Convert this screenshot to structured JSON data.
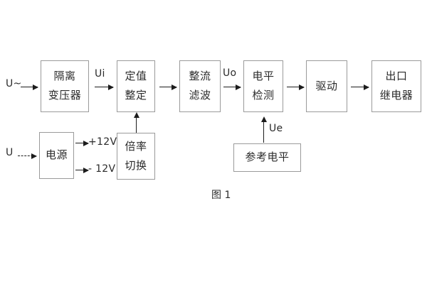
{
  "figure": {
    "caption": "图 1",
    "blocks": [
      {
        "id": "isolation-transformer",
        "lines": [
          "隔离",
          "变压器"
        ]
      },
      {
        "id": "setting-value",
        "lines": [
          "定值",
          "整定"
        ]
      },
      {
        "id": "rectify-filter",
        "lines": [
          "整流",
          "滤波"
        ]
      },
      {
        "id": "level-detection",
        "lines": [
          "电平",
          "检测"
        ]
      },
      {
        "id": "drive",
        "lines": [
          "驱动"
        ]
      },
      {
        "id": "output-relay",
        "lines": [
          "出口",
          "继电器"
        ]
      },
      {
        "id": "power-supply",
        "lines": [
          "电源"
        ]
      },
      {
        "id": "multiplier-switch",
        "lines": [
          "倍率",
          "切换"
        ]
      },
      {
        "id": "reference-level",
        "lines": [
          "参考电平"
        ]
      }
    ],
    "signals": {
      "ac_input": "U~",
      "ui": "Ui",
      "uo": "Uo",
      "ue": "Ue",
      "dc_input": "U",
      "rail_positive": "+12V",
      "rail_negative": "- 12V"
    },
    "colors": {
      "box_border": "#9a9a9a",
      "text": "#2b2b2b",
      "arrow": "#1c1c1c",
      "background": "#ffffff"
    }
  }
}
